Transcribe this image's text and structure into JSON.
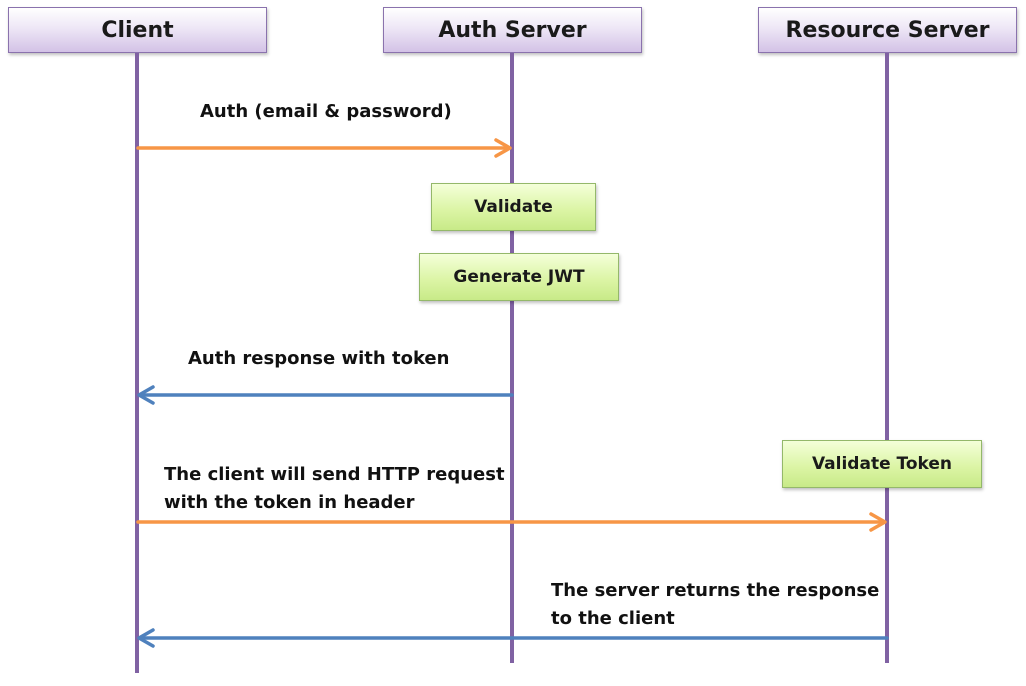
{
  "actors": {
    "client": "Client",
    "auth_server": "Auth Server",
    "resource_server": "Resource Server"
  },
  "processes": {
    "validate": "Validate",
    "generate_jwt": "Generate JWT",
    "validate_token": "Validate Token"
  },
  "messages": {
    "auth_request": "Auth (email & password)",
    "auth_response": "Auth response with token",
    "http_request_line1": "The client will send HTTP request",
    "http_request_line2": "with the token in header",
    "server_response_line1": "The server returns the response",
    "server_response_line2": "to the client"
  },
  "colors": {
    "request_arrow": "#f79646",
    "response_arrow": "#4f81bd",
    "lifeline": "#8062a3"
  }
}
